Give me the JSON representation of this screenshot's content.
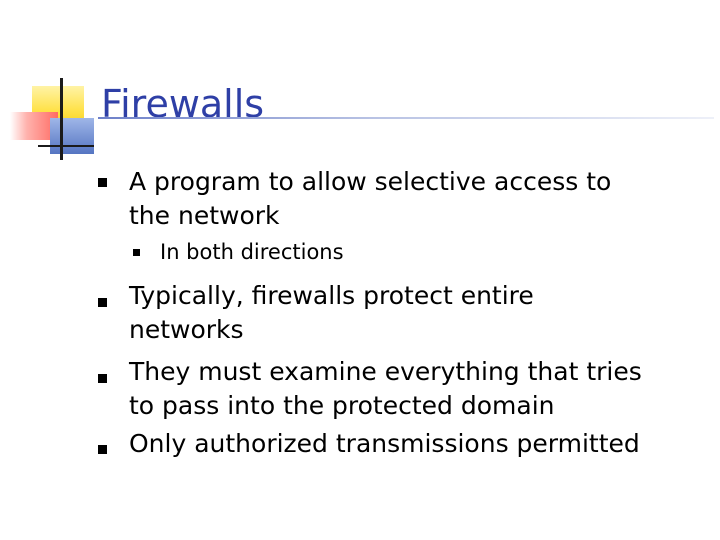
{
  "slide": {
    "title": "Firewalls",
    "bullets": [
      {
        "level": 1,
        "text": "A program to allow selective access to\nthe network"
      },
      {
        "level": 2,
        "text": "In both directions"
      },
      {
        "level": 1,
        "text": "Typically, firewalls protect entire\nnetworks"
      },
      {
        "level": 1,
        "text": "They must examine everything that tries\nto pass into the protected domain"
      },
      {
        "level": 1,
        "text": "Only authorized transmissions permitted"
      }
    ]
  },
  "colors": {
    "title": "#2e3fa6",
    "text": "#000000",
    "decor_yellow": "#ffe24a",
    "decor_red": "#ff6b63",
    "decor_blue": "#5575c2"
  },
  "icons": {
    "bullet": "square-bullet-icon"
  }
}
